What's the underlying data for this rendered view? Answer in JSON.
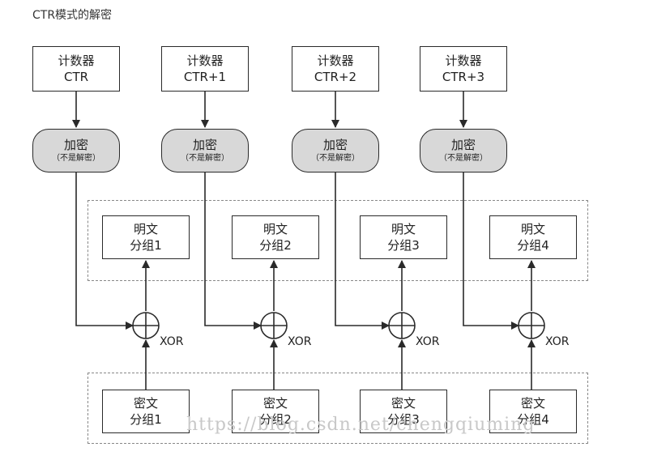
{
  "title": "CTR模式的解密",
  "counters": [
    {
      "line1": "计数器",
      "line2": "CTR"
    },
    {
      "line1": "计数器",
      "line2": "CTR+1"
    },
    {
      "line1": "计数器",
      "line2": "CTR+2"
    },
    {
      "line1": "计数器",
      "line2": "CTR+3"
    }
  ],
  "encrypt": {
    "main": "加密",
    "sub": "（不是解密）"
  },
  "plaintext": [
    {
      "line1": "明文",
      "line2": "分组1"
    },
    {
      "line1": "明文",
      "line2": "分组2"
    },
    {
      "line1": "明文",
      "line2": "分组3"
    },
    {
      "line1": "明文",
      "line2": "分组4"
    }
  ],
  "ciphertext": [
    {
      "line1": "密文",
      "line2": "分组1"
    },
    {
      "line1": "密文",
      "line2": "分组2"
    },
    {
      "line1": "密文",
      "line2": "分组3"
    },
    {
      "line1": "密文",
      "line2": "分组4"
    }
  ],
  "xor_label": "XOR",
  "watermark": "https://blog.csdn.net/chengqiuming"
}
